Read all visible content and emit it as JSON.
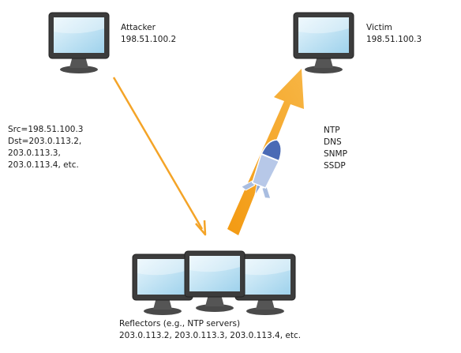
{
  "attacker": {
    "role": "Attacker",
    "ip": "198.51.100.2"
  },
  "victim": {
    "role": "Victim",
    "ip": "198.51.100.3"
  },
  "spoofed_packet": {
    "src": "Src=198.51.100.3",
    "dst": [
      "Dst=203.0.113.2,",
      "203.0.113.3,",
      "203.0.113.4, etc."
    ]
  },
  "protocols": [
    "NTP",
    "DNS",
    "SNMP",
    "SSDP"
  ],
  "reflectors": {
    "title": "Reflectors  (e.g.,  NTP servers)",
    "ips": "203.0.113.2, 203.0.113.3, 203.0.113.4, etc."
  },
  "colors": {
    "arrow": "#f4a428",
    "screen": "#bfe3f5",
    "monitor": "#3c3c3c",
    "stand": "#555555",
    "bomb": "#4a6ab5",
    "bomb_fins": "#a9bde0"
  }
}
